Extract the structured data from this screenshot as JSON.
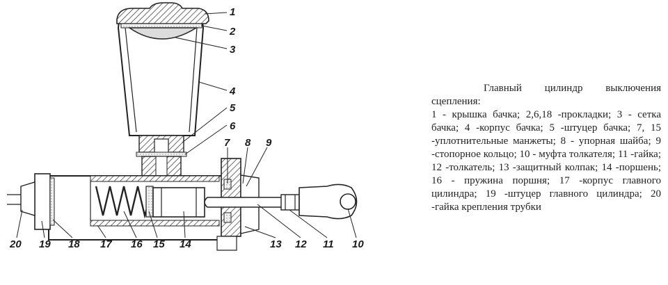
{
  "labels": [
    "1",
    "2",
    "3",
    "4",
    "5",
    "6",
    "7",
    "8",
    "9",
    "10",
    "11",
    "12",
    "13",
    "14",
    "15",
    "16",
    "17",
    "18",
    "19",
    "20"
  ],
  "caption": {
    "title": "Главный цилиндр выключения сцепления:",
    "body": "1 - крышка бачка; 2,6,18 -прокладки; 3 - сетка  бачка; 4 -корпус бачка; 5 -штуцер бачка; 7, 15 -уплотнительные манжеты; 8 - упорная шайба; 9 -стопорное кольцо; 10 - муфта толкателя; 11 -гайка;  12 -толкатель; 13 -защитный колпак;  14 -поршень; 16 - пружина поршня; 17 -корпус главного цилиндра; 19 -штуцер главного цилиндра; 20 -гайка крепления трубки"
  }
}
